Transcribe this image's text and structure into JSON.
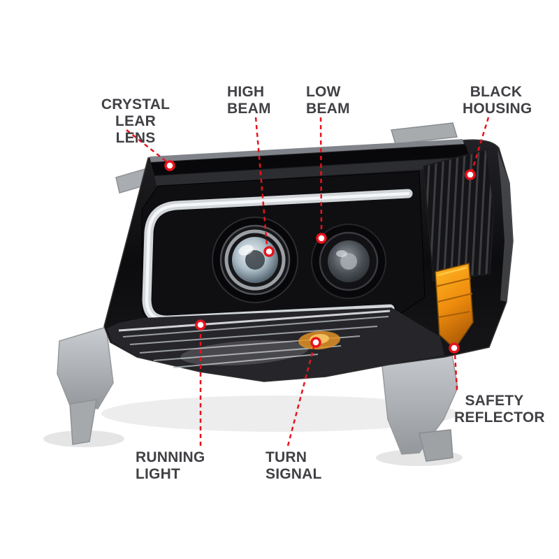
{
  "colors": {
    "accent_red": "#e8131c",
    "label_text": "#414045",
    "housing_black": "#0c0c0e",
    "amber_reflector": "#ef8d0d",
    "background": "#ffffff"
  },
  "callouts": [
    {
      "name": "crystal-clear-lens",
      "label": "CRYSTAL\nLEAR LENS"
    },
    {
      "name": "high-beam",
      "label": "HIGH\nBEAM"
    },
    {
      "name": "low-beam",
      "label": "LOW\nBEAM"
    },
    {
      "name": "black-housing",
      "label": "BLACK\nHOUSING"
    },
    {
      "name": "safety-reflector",
      "label": "SAFETY\nREFLECTOR"
    },
    {
      "name": "running-light",
      "label": "RUNNING\nLIGHT"
    },
    {
      "name": "turn-signal",
      "label": "TURN\nSIGNAL"
    }
  ]
}
